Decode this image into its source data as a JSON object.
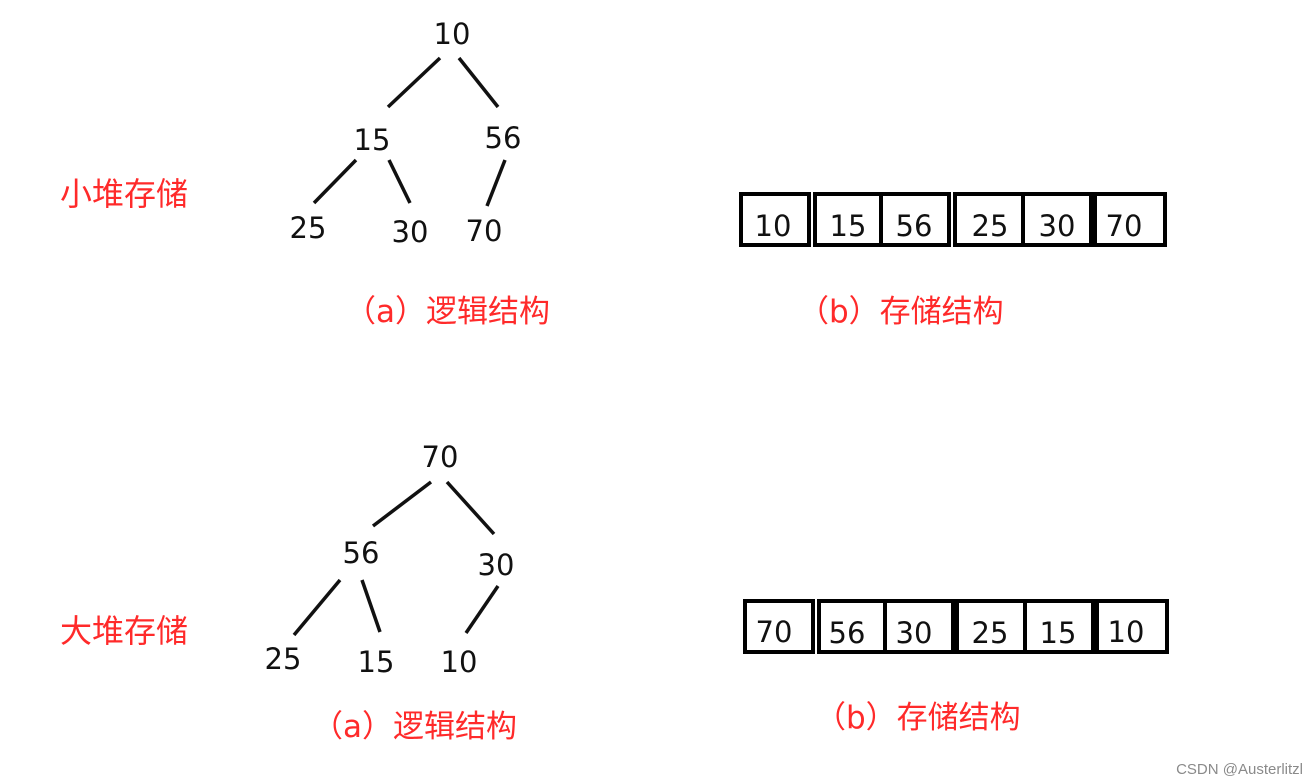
{
  "diagrams": [
    {
      "name": "min-heap",
      "side_label": "小堆存储",
      "tree_caption": "（a）逻辑结构",
      "array_caption": "（b）存储结构",
      "tree_nodes": [
        "10",
        "15",
        "56",
        "25",
        "30",
        "70"
      ],
      "array_values": [
        "10",
        "15",
        "56",
        "25",
        "30",
        "70"
      ]
    },
    {
      "name": "max-heap",
      "side_label": "大堆存储",
      "tree_caption": "（a）逻辑结构",
      "array_caption": "（b）存储结构",
      "tree_nodes": [
        "70",
        "56",
        "30",
        "25",
        "15",
        "10"
      ],
      "array_values": [
        "70",
        "56",
        "30",
        "25",
        "15",
        "10"
      ]
    }
  ],
  "watermark": "CSDN @Austerlitzl",
  "colors": {
    "label_red": "#ff2a2a",
    "ink": "#111111"
  }
}
